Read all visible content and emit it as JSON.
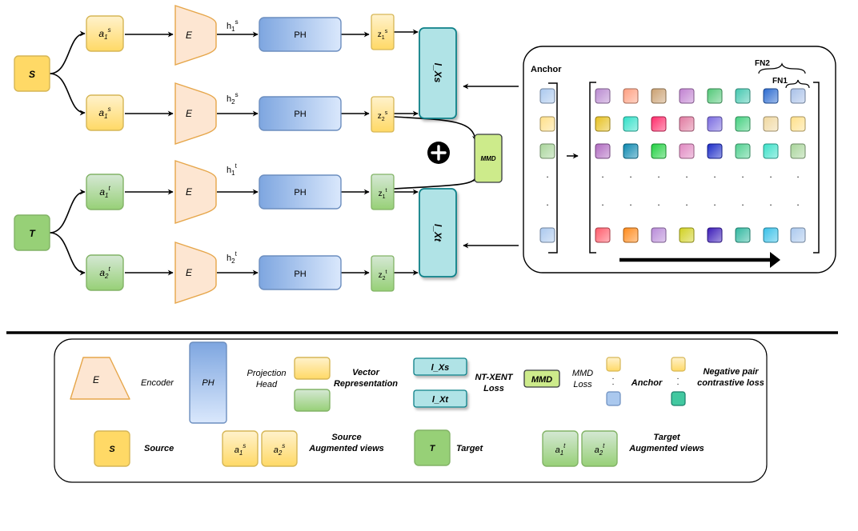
{
  "pipeline": {
    "source_node": "S",
    "target_node": "T",
    "encoder": "E",
    "projection_head": "PH",
    "mmd": "MMD",
    "plus_symbol": "+",
    "source_rows": [
      {
        "aug": "a",
        "aug_sub": "1",
        "aug_sup": "s",
        "h": "h",
        "h_sub": "1",
        "h_sup": "s",
        "z": "z",
        "z_sub": "1",
        "z_sup": "s"
      },
      {
        "aug": "a",
        "aug_sub": "1",
        "aug_sup": "s",
        "h": "h",
        "h_sub": "2",
        "h_sup": "s",
        "z": "z",
        "z_sub": "2",
        "z_sup": "s"
      }
    ],
    "target_rows": [
      {
        "aug": "a",
        "aug_sub": "1",
        "aug_sup": "t",
        "h": "h",
        "h_sub": "1",
        "h_sup": "t",
        "z": "z",
        "z_sub": "1",
        "z_sup": "t"
      },
      {
        "aug": "a",
        "aug_sub": "2",
        "aug_sup": "t",
        "h": "h",
        "h_sub": "2",
        "h_sup": "t",
        "z": "z",
        "z_sub": "2",
        "z_sup": "t"
      }
    ],
    "loss_source": "l_Xs",
    "loss_target": "l_Xt"
  },
  "matrix": {
    "anchor_label": "Anchor",
    "fn1_label": "FN1",
    "fn2_label": "FN2",
    "dot": ".",
    "anchor_colors": [
      "#aac8ee",
      "#ffe08a",
      "#a8d49a",
      "#aac8ee"
    ],
    "rows": [
      [
        "#b98ad0",
        "#ff9f80",
        "#caa070",
        "#c080d0",
        "#52c878",
        "#44c8b0",
        "#2a6ad0",
        "#a8c0e8"
      ],
      [
        "#e6c020",
        "#30e0c8",
        "#ff2a6a",
        "#e07aa0",
        "#7a6ae0",
        "#44d080",
        "#f0d8a0",
        "#ffe08a"
      ],
      [
        "#b06ac0",
        "#0a88b0",
        "#20d040",
        "#e088c0",
        "#1a2ac8",
        "#50d090",
        "#3ae0c8",
        "#a8d49a"
      ],
      [
        "#ff5a6a",
        "#ff8a1a",
        "#b88ad8",
        "#d0d020",
        "#3a1ab8",
        "#30b8a0",
        "#38c0e8",
        "#aac8ee"
      ]
    ]
  },
  "legend": {
    "encoder_symbol": "E",
    "encoder_label": "Encoder",
    "ph_symbol": "PH",
    "ph_label_1": "Projection",
    "ph_label_2": "Head",
    "vector_label_1": "Vector",
    "vector_label_2": "Representation",
    "loss_source": "l_Xs",
    "loss_target": "l_Xt",
    "ntxent_label_1": "NT-XENT",
    "ntxent_label_2": "Loss",
    "mmd_symbol": "MMD",
    "mmd_label_1": "MMD",
    "mmd_label_2": "Loss",
    "anchor_label": "Anchor",
    "neg_label_1": "Negative pair",
    "neg_label_2": "contrastive loss",
    "source_symbol": "S",
    "source_label": "Source",
    "source_aug": [
      {
        "base": "a",
        "sub": "1",
        "sup": "s"
      },
      {
        "base": "a",
        "sub": "2",
        "sup": "s"
      }
    ],
    "source_aug_label_1": "Source",
    "source_aug_label_2": "Augmented views",
    "target_symbol": "T",
    "target_label": "Target",
    "target_aug": [
      {
        "base": "a",
        "sub": "1",
        "sup": "t"
      },
      {
        "base": "a",
        "sub": "2",
        "sup": "t"
      }
    ],
    "target_aug_label_1": "Target",
    "target_aug_label_2": "Augmented views",
    "dot": "."
  },
  "colors": {
    "yellow": "#ffd966",
    "yellow_stroke": "#d6b656",
    "green": "#97d077",
    "green_stroke": "#82b366",
    "blue": "#7ea6e0",
    "blue_stroke": "#6c8ebf",
    "peach": "#fde6d2",
    "peach_stroke": "#e6a64a",
    "cyan": "#b0e3e6",
    "cyan_stroke": "#0e8088",
    "mmd": "#cdeb8b",
    "mmd_stroke": "#36393d"
  }
}
